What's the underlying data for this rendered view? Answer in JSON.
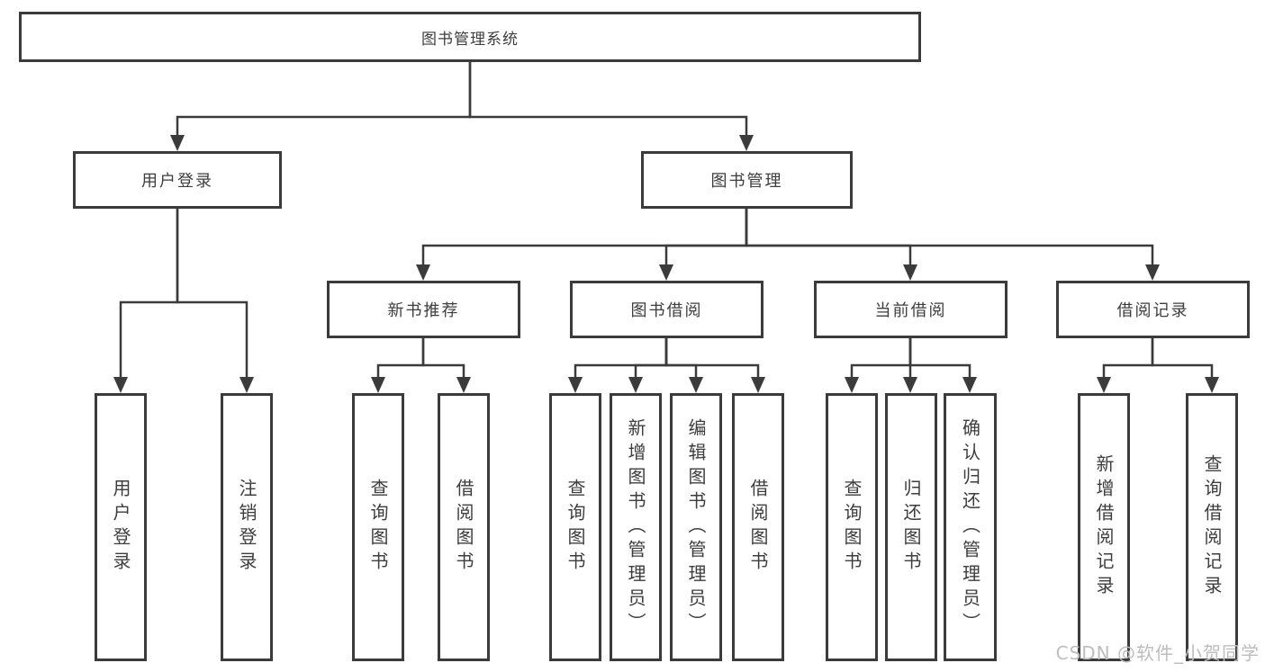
{
  "diagram": {
    "title": "图书管理系统",
    "level2": [
      "用户登录",
      "图书管理"
    ],
    "level3": [
      "新书推荐",
      "图书借阅",
      "当前借阅",
      "借阅记录"
    ],
    "level4": [
      "用户登录",
      "注销登录",
      "查询图书",
      "借阅图书",
      "查询图书",
      "新增图书（管理员）",
      "编辑图书（管理员）",
      "借阅图书",
      "查询图书",
      "归还图书",
      "确认归还（管理员）",
      "新增借阅记录",
      "查询借阅记录"
    ],
    "watermark": "CSDN @软件_小贺同学",
    "colors": {
      "line": "#3b3b3b",
      "text": "#3d3d3d",
      "background": "#ffffff",
      "watermark": "#bdbdbd"
    }
  }
}
